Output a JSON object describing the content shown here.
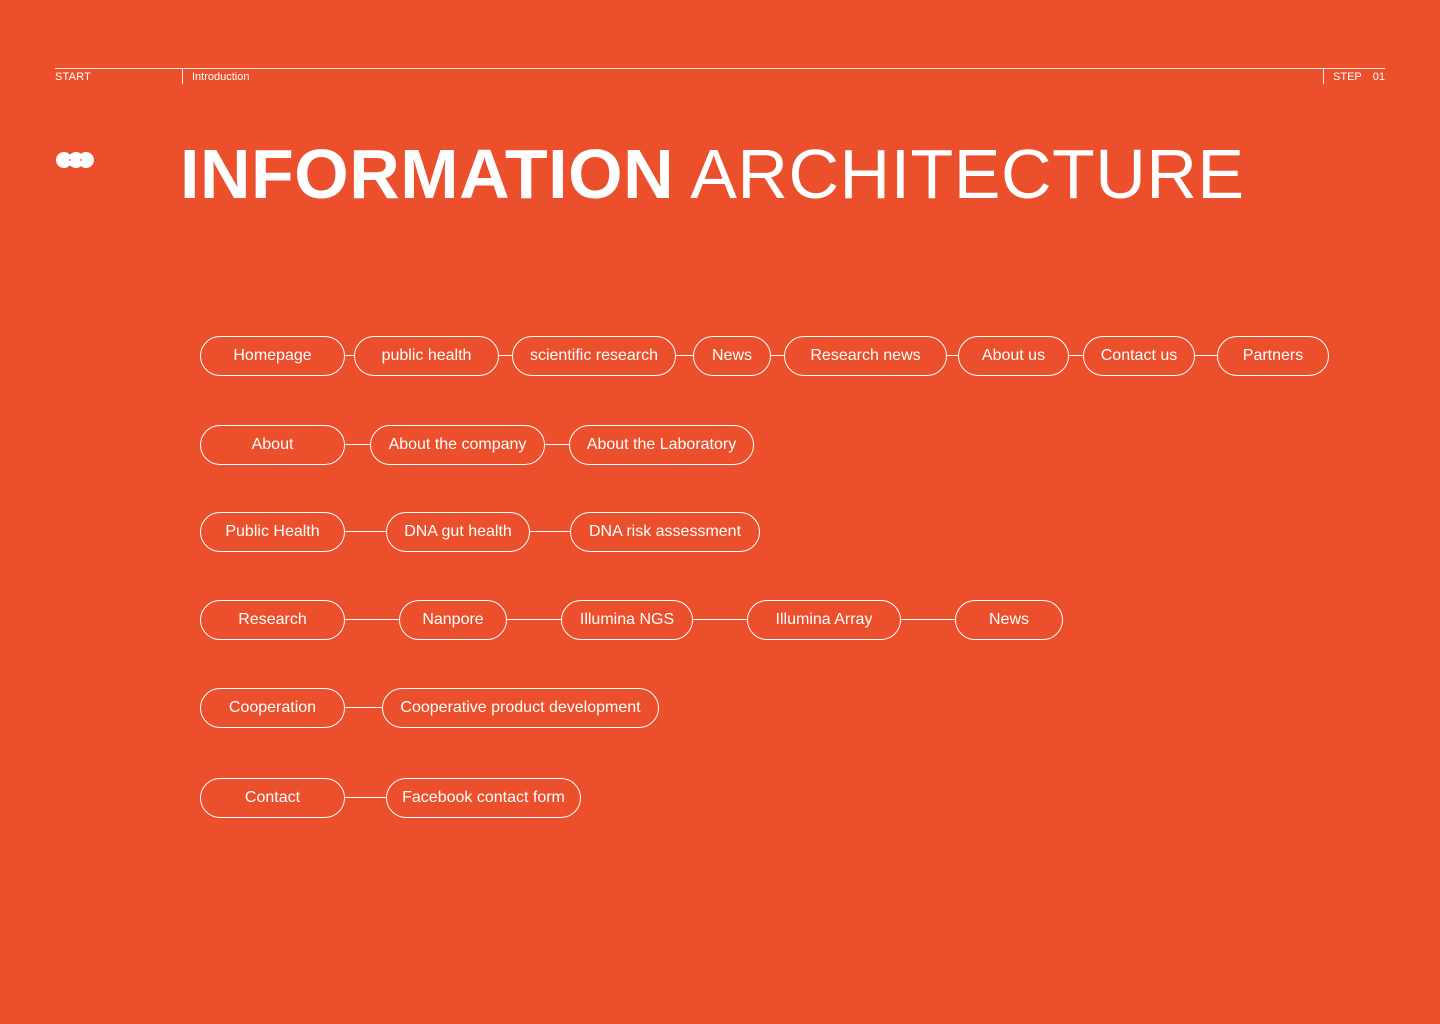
{
  "colors": {
    "background": "#EC4F2C",
    "foreground": "#FFFFFF"
  },
  "header": {
    "start": "START",
    "section": "Introduction",
    "step_label": "STEP",
    "step_number": "01"
  },
  "logo": {
    "icon": "three-dots-logo-icon"
  },
  "title": {
    "bold": "INFORMATION",
    "regular": "ARCHITECTURE"
  },
  "diagram": {
    "rows": [
      {
        "name": "homepage",
        "items": [
          "Homepage",
          "public health",
          "scientific research",
          "News",
          "Research news",
          "About us",
          "Contact us",
          "Partners"
        ]
      },
      {
        "name": "about",
        "items": [
          "About",
          "About the company",
          "About the Laboratory"
        ]
      },
      {
        "name": "public-health",
        "items": [
          "Public Health",
          "DNA gut health",
          "DNA risk assessment"
        ]
      },
      {
        "name": "research",
        "items": [
          "Research",
          "Nanpore",
          "Illumina NGS",
          "Illumina Array",
          "News"
        ]
      },
      {
        "name": "cooperation",
        "items": [
          "Cooperation",
          "Cooperative product development"
        ]
      },
      {
        "name": "contact",
        "items": [
          "Contact",
          "Facebook contact form"
        ]
      }
    ]
  }
}
